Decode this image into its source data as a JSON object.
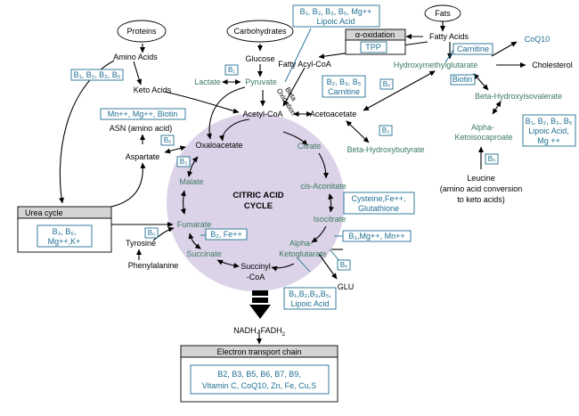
{
  "colors": {
    "cycle_fill": "#dcd3e9",
    "metabolite_green": "#3a7a5e",
    "cofactor_blue": "#1f6f93",
    "text_black": "#000000",
    "header_gray": "#d4d4d4"
  },
  "sources": {
    "proteins": "Proteins",
    "carbohydrates": "Carbohydrates",
    "fats": "Fats"
  },
  "cycle": {
    "title_line1": "CITRIC ACID",
    "title_line2": "CYCLE",
    "acetyl_coa": "Acetyl-CoA",
    "oxaloacetate": "Oxaloacetate",
    "citrate": "Citrate",
    "cis_aconitate": "cis-Aconitate",
    "isocitrate": "Isocitrate",
    "alpha_kg_line1": "Alpha-",
    "alpha_kg_line2": "Ketoglutarate",
    "succinyl_line1": "Succinyl",
    "succinyl_line2": "-CoA",
    "succinate": "Succinate",
    "fumarate": "Fumarate",
    "malate": "Malate"
  },
  "metabolites": {
    "amino_acids": "Amino Acids",
    "keto_acids": "Keto Acids",
    "glucose": "Glucose",
    "lactate": "Lactate",
    "pyruvate": "Pyruvate",
    "fatty_acids": "Fatty Acids",
    "fatty_acyl_coa": "Fatty Acyl-CoA",
    "beta_oxidation_line1": "Beta",
    "beta_oxidation_line2": "Oxidation",
    "acetoacetate": "Acetoacetate",
    "beta_hydroxybutyrate": "Beta-Hydroxybutyrate",
    "hmg": "Hydroxymethylglutarate",
    "coq10": "CoQ10",
    "cholesterol": "Cholesterol",
    "beta_hydroxyisovalerate": "Beta-Hydroxyisovalerate",
    "alpha_kic_line1": "Alpha-",
    "alpha_kic_line2": "Ketoisocaproate",
    "leucine": "Leucine",
    "leucine_note_line1": "(amino acid conversion",
    "leucine_note_line2": "to keto acids)",
    "asn": "ASN (amino acid)",
    "aspartate": "Aspartate",
    "tyrosine": "Tyrosine",
    "phenylalanine": "Phenylalanine",
    "glu": "GLU",
    "nadh": "NADH, FADH",
    "nadh_sub": "2"
  },
  "cofactors": {
    "amino_acids": "B₁, B₂, B₃, B₆",
    "lactate": "B₁",
    "top_line1": "B₁, B₂, B₃, B₅, Mg++",
    "top_line2": "Lipoic Acid",
    "tpp": "TPP",
    "beta_oxidation": "B₂, B₃, B₅",
    "carnitine_small": "Carnitine",
    "carnitine": "Carnitine",
    "acetyl_coa": "Mn++, Mg++, Biotin",
    "aspartate": "B₆",
    "oxaloacetate": "B₃",
    "acetoacetate": "B₆",
    "beta_hydroxybutyrate": "B₃",
    "biotin": "Biotin",
    "alpha_kic_line1": "B₁, B₂, B₃, B₅",
    "alpha_kic_line2": "Lipoic Acid,",
    "alpha_kic_line3": "Mg ++",
    "leucine": "B₆",
    "cis_aconitate_line1": "Cysteine,Fe++,",
    "cis_aconitate_line2": "Glutathione",
    "isocitrate": "B₃,Mg++, Mn++",
    "fumarate": "B₂, Fe++",
    "tyrosine": "B₆",
    "glu": "B₆",
    "alpha_kg_line1": "B₁,B₂,B₃,B₅,",
    "alpha_kg_line2": "Lipoic Acid",
    "urea_line1": "B₃, B₆,",
    "urea_line2": "Mg++,K+",
    "etc_line1": "B2, B3, B5, B6, B7, B9,",
    "etc_line2": "Vitamin C, CoQ10, Zn, Fe, Cu,S"
  },
  "panels": {
    "alpha_oxidation": "α-oxidation",
    "urea_cycle": "Urea cycle",
    "electron_transport_chain": "Electron transport chain"
  }
}
